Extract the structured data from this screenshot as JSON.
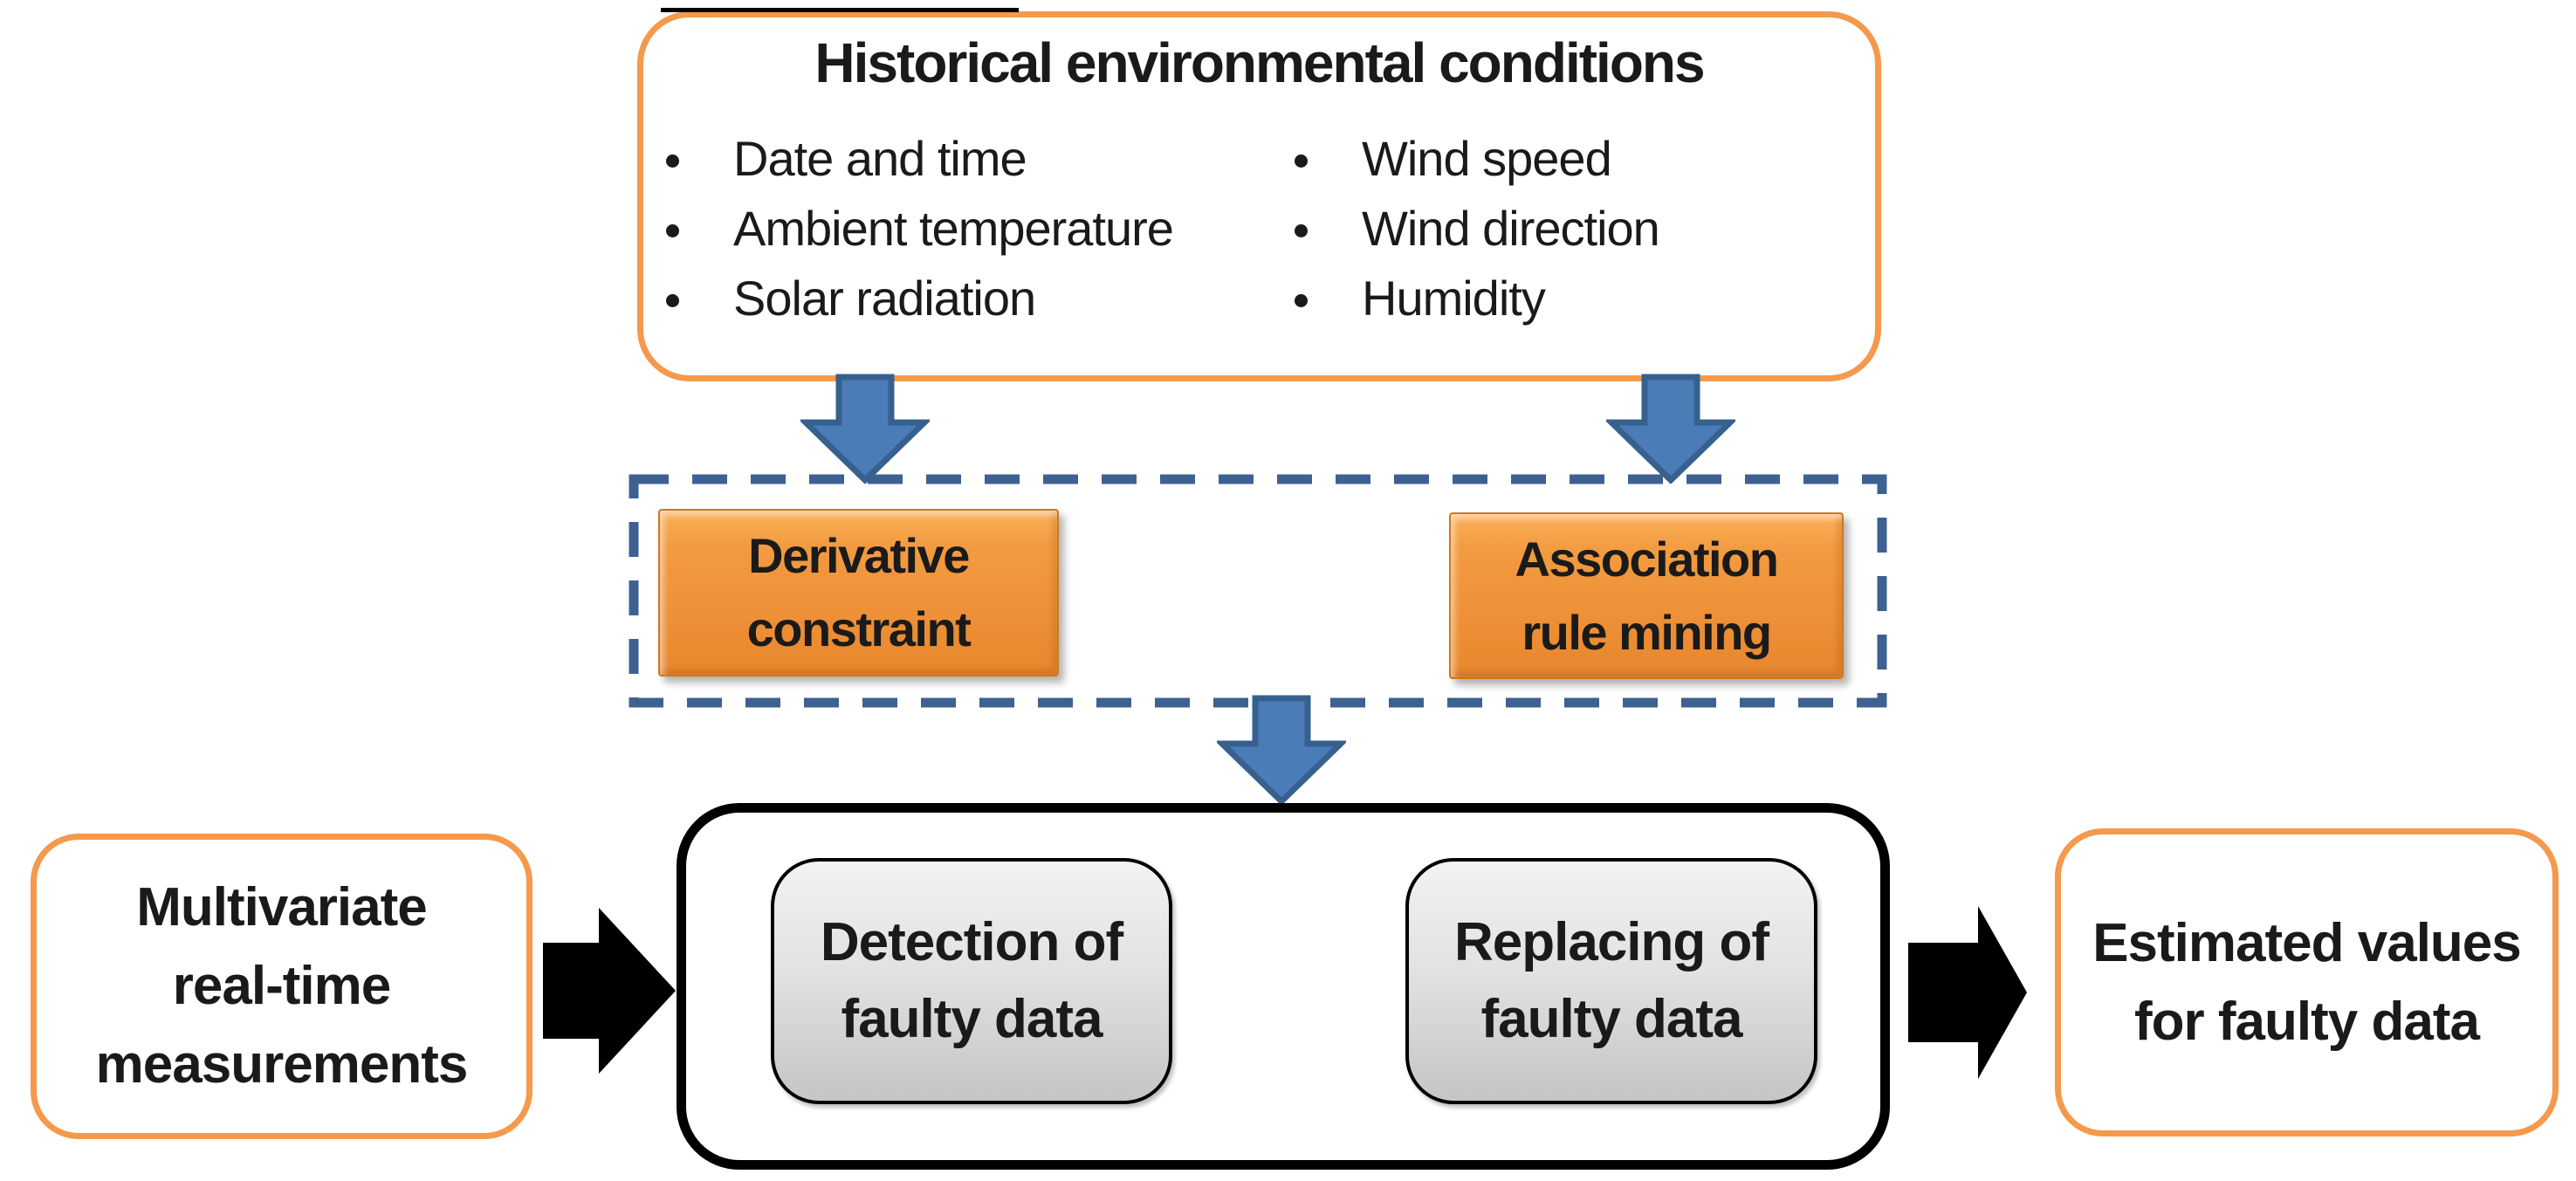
{
  "figure": {
    "type": "flow-diagram",
    "description": "Faulty data detection and replacement scheme using historical environmental conditions"
  },
  "colors": {
    "orange_border": "#F5994C",
    "orange_box_fill_top": "#F9B058",
    "orange_box_fill_bottom": "#E8862C",
    "orange_box_edge": "#D0781A",
    "blue_arrow_fill": "#4C7CB8",
    "blue_arrow_edge": "#36618E",
    "dashed_border": "#3D6191",
    "gray_box_fill_top": "#F2F2F2",
    "gray_box_fill_bottom": "#C5C5C5",
    "black": "#000000",
    "text": "#1A1A1A"
  },
  "top_box": {
    "title": "Historical environmental conditions",
    "bullets_col1": [
      "Date and time",
      "Ambient temperature",
      "Solar radiation"
    ],
    "bullets_col2": [
      "Wind speed",
      "Wind direction",
      "Humidity"
    ]
  },
  "constraint_panel": {
    "derivative_box_label": "Derivative\nconstraint",
    "association_box_label": "Association\nrule mining"
  },
  "process_box": {
    "detection_box_label": "Detection of\nfaulty data",
    "replacing_box_label": "Replacing of\nfaulty data"
  },
  "input_box_label": "Multivariate\nreal-time\nmeasurements",
  "output_box_label": "Estimated values\nfor faulty data"
}
